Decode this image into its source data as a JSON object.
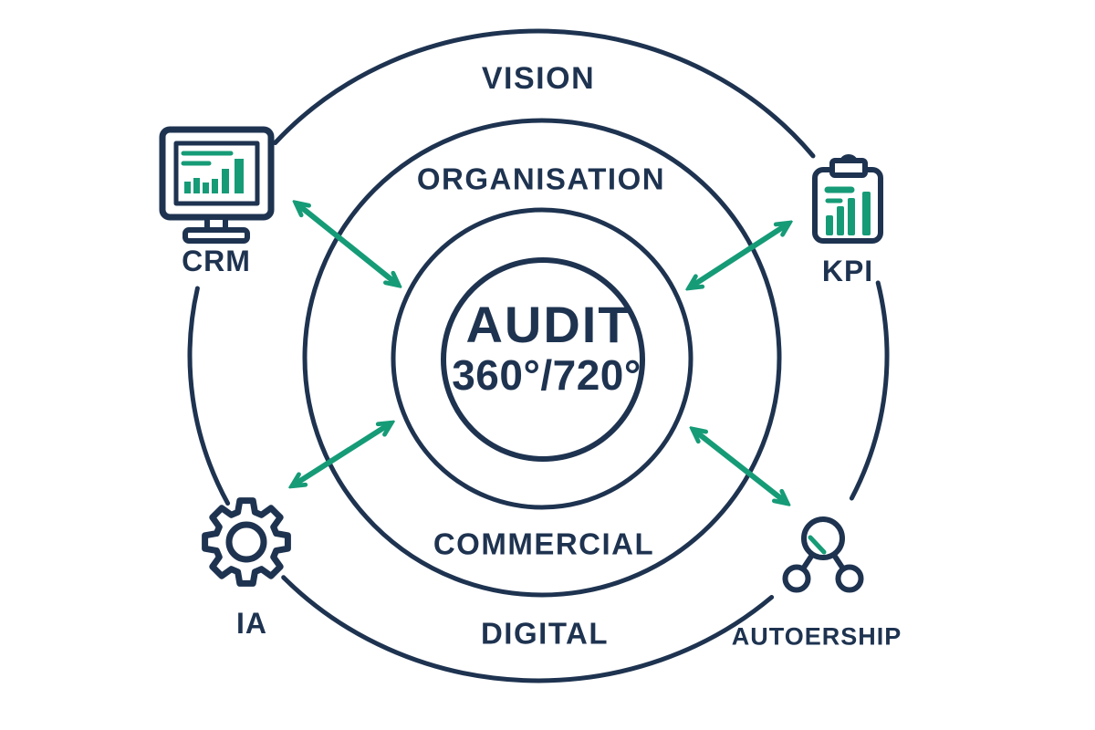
{
  "diagram": {
    "center": {
      "title": "AUDIT",
      "subtitle": "360°/720°"
    },
    "ring_labels": {
      "outer_top": "VISION",
      "inner_top": "ORGANISATION",
      "inner_bottom": "COMMERCIAL",
      "outer_bottom": "DIGITAL"
    },
    "nodes": [
      {
        "label": "CRM",
        "icon": "monitor-bar-chart-icon",
        "position": "top-left"
      },
      {
        "label": "KPI",
        "icon": "clipboard-bar-chart-icon",
        "position": "top-right"
      },
      {
        "label": "IA",
        "icon": "gear-icon",
        "position": "bottom-left"
      },
      {
        "label": "AUTOERSHIP",
        "icon": "network-nodes-icon",
        "position": "bottom-right"
      }
    ],
    "colors": {
      "navy": "#1e3350",
      "green": "#169b77",
      "background": "#ffffff"
    }
  }
}
